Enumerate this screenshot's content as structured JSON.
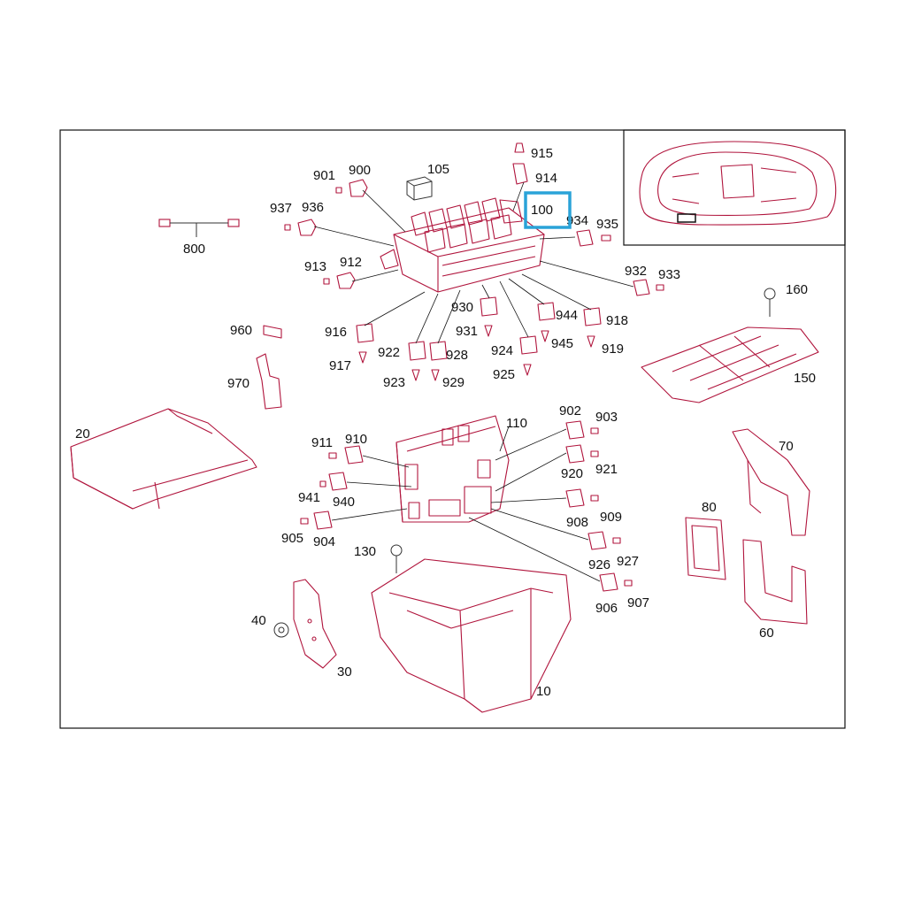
{
  "diagram": {
    "labels": {
      "p10": "10",
      "p20": "20",
      "p30": "30",
      "p40": "40",
      "p60": "60",
      "p70": "70",
      "p80": "80",
      "p100": "100",
      "p105": "105",
      "p110": "110",
      "p130": "130",
      "p150": "150",
      "p160": "160",
      "p800": "800",
      "p900": "900",
      "p901": "901",
      "p902": "902",
      "p903": "903",
      "p904": "904",
      "p905": "905",
      "p906": "906",
      "p907": "907",
      "p908": "908",
      "p909": "909",
      "p910": "910",
      "p911": "911",
      "p912": "912",
      "p913": "913",
      "p914": "914",
      "p915": "915",
      "p916": "916",
      "p917": "917",
      "p918": "918",
      "p919": "919",
      "p920": "920",
      "p921": "921",
      "p922": "922",
      "p923": "923",
      "p924": "924",
      "p925": "925",
      "p926": "926",
      "p927": "927",
      "p928": "928",
      "p929": "929",
      "p930": "930",
      "p931": "931",
      "p932": "932",
      "p933": "933",
      "p934": "934",
      "p935": "935",
      "p936": "936",
      "p937": "937",
      "p940": "940",
      "p941": "941",
      "p944": "944",
      "p945": "945",
      "p960": "960",
      "p970": "970"
    },
    "highlighted": "100",
    "colors": {
      "part_outline": "#b0143c",
      "highlight": "#2aa3d8",
      "text": "#111111"
    }
  }
}
